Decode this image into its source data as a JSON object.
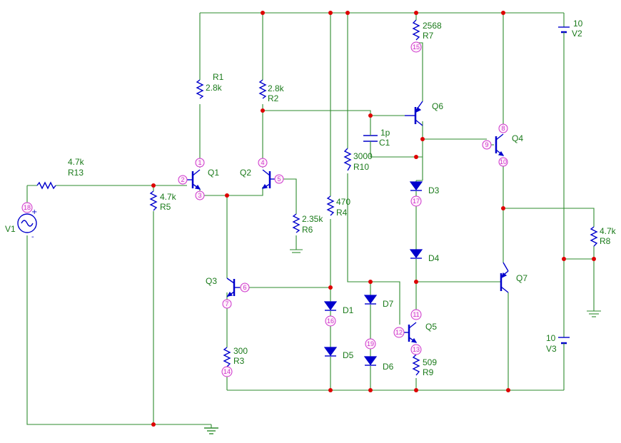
{
  "resistors": [
    {
      "ref": "R13",
      "value": "4.7k"
    },
    {
      "ref": "R5",
      "value": "4.7k"
    },
    {
      "ref": "R1",
      "value": "2.8k"
    },
    {
      "ref": "R2",
      "value": "2.8k"
    },
    {
      "ref": "R6",
      "value": "2.35k"
    },
    {
      "ref": "R3",
      "value": "300"
    },
    {
      "ref": "R4",
      "value": "470"
    },
    {
      "ref": "R10",
      "value": "3000"
    },
    {
      "ref": "R7",
      "value": "2568"
    },
    {
      "ref": "R9",
      "value": "509"
    },
    {
      "ref": "R8",
      "value": "4.7k"
    }
  ],
  "transistors": [
    "Q1",
    "Q2",
    "Q3",
    "Q4",
    "Q5",
    "Q6",
    "Q7"
  ],
  "diodes": [
    "D1",
    "D3",
    "D4",
    "D5",
    "D6",
    "D7"
  ],
  "capacitor": {
    "ref": "C1",
    "value": "1p"
  },
  "sources": [
    {
      "ref": "V1",
      "value": ""
    },
    {
      "ref": "V2",
      "value": "10"
    },
    {
      "ref": "V3",
      "value": "10"
    }
  ],
  "nodes": [
    "1",
    "2",
    "3",
    "4",
    "5",
    "6",
    "7",
    "8",
    "9",
    "10",
    "11",
    "12",
    "13",
    "14",
    "15",
    "16",
    "17",
    "18",
    "19"
  ],
  "colors": {
    "wire": "#2e8b2e",
    "component": "#0000cc",
    "junction": "#dd0000",
    "node_marker": "#cc33cc",
    "label": "#1a7a1a"
  }
}
